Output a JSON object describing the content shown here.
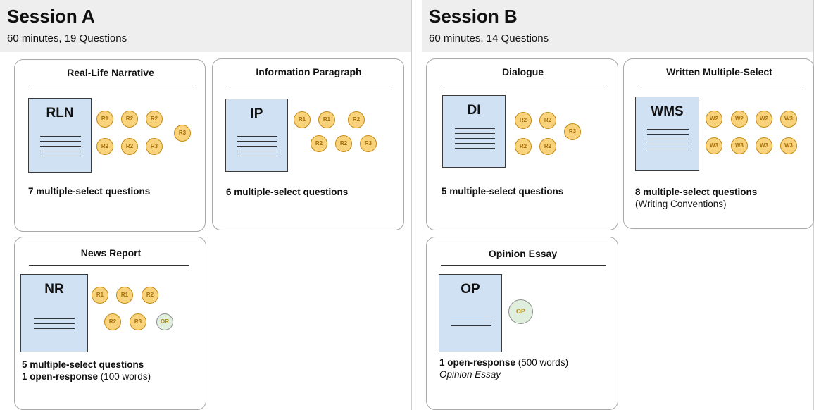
{
  "sessions": [
    {
      "title": "Session A",
      "subtitle": "60 minutes, 19 Questions",
      "cards": [
        {
          "title": "Real-Life Narrative",
          "doc_label": "RLN",
          "badges": [
            "R1",
            "R2",
            "R2",
            "R2",
            "R2",
            "R3",
            "R3"
          ],
          "description": {
            "line1_bold": "7 multiple-select questions"
          }
        },
        {
          "title": "Information Paragraph",
          "doc_label": "IP",
          "badges": [
            "R1",
            "R1",
            "R2",
            "R2",
            "R2",
            "R3"
          ],
          "description": {
            "line1_bold": "6 multiple-select questions"
          }
        },
        {
          "title": "News Report",
          "doc_label": "NR",
          "badges": [
            "R1",
            "R1",
            "R2",
            "R2",
            "R3",
            "OR"
          ],
          "description": {
            "line1_bold": "5 multiple-select questions",
            "line2_bold": "1 open-response",
            "line2_tail": " (100 words)"
          }
        }
      ]
    },
    {
      "title": "Session B",
      "subtitle": "60 minutes, 14 Questions",
      "cards": [
        {
          "title": "Dialogue",
          "doc_label": "DI",
          "badges": [
            "R2",
            "R2",
            "R2",
            "R2",
            "R3"
          ],
          "description": {
            "line1_bold": "5 multiple-select questions"
          }
        },
        {
          "title": "Written Multiple-Select",
          "doc_label": "WMS",
          "badges": [
            "W2",
            "W2",
            "W2",
            "W3",
            "W3",
            "W3",
            "W3",
            "W3"
          ],
          "description": {
            "line1_bold": "8 multiple-select questions",
            "line2": "(Writing Conventions)"
          }
        },
        {
          "title": "Opinion Essay",
          "doc_label": "OP",
          "badges": [
            "OP"
          ],
          "description": {
            "line1_bold": "1 open-response",
            "line1_tail": " (500 words)",
            "line2_italic": "Opinion Essay"
          }
        }
      ]
    }
  ],
  "colors": {
    "header_background": "#eeeeee",
    "document_fill": "#cfe1f3",
    "badge_fill": "#f8d37b",
    "badge_border": "#c68a12",
    "open_response_fill": "#dfeedd"
  }
}
